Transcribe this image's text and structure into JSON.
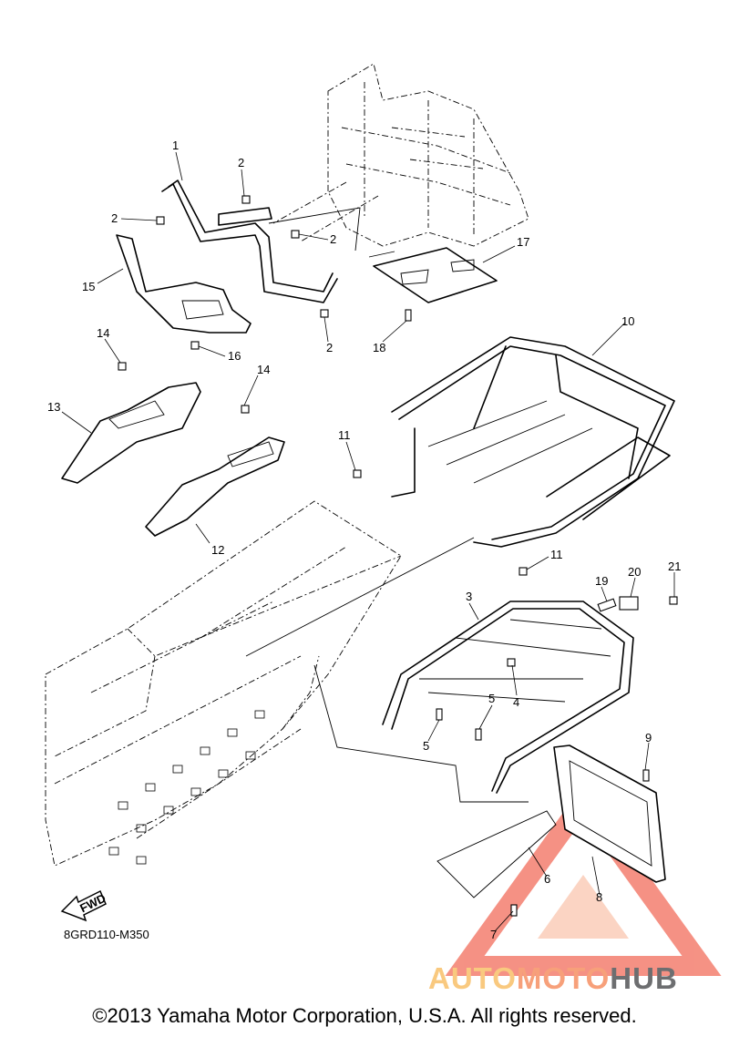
{
  "diagram": {
    "code": "8GRD110-M350",
    "fwd_label": "FWD",
    "copyright": "©2013 Yamaha Motor Corporation, U.S.A. All rights reserved.",
    "callouts": [
      {
        "id": "c1",
        "text": "1"
      },
      {
        "id": "c2a",
        "text": "2"
      },
      {
        "id": "c2b",
        "text": "2"
      },
      {
        "id": "c2c",
        "text": "2"
      },
      {
        "id": "c2d",
        "text": "2"
      },
      {
        "id": "c3",
        "text": "3"
      },
      {
        "id": "c4",
        "text": "4"
      },
      {
        "id": "c5a",
        "text": "5"
      },
      {
        "id": "c5b",
        "text": "5"
      },
      {
        "id": "c6",
        "text": "6"
      },
      {
        "id": "c7",
        "text": "7"
      },
      {
        "id": "c8",
        "text": "8"
      },
      {
        "id": "c9",
        "text": "9"
      },
      {
        "id": "c10",
        "text": "10"
      },
      {
        "id": "c11a",
        "text": "11"
      },
      {
        "id": "c11b",
        "text": "11"
      },
      {
        "id": "c12",
        "text": "12"
      },
      {
        "id": "c13",
        "text": "13"
      },
      {
        "id": "c14a",
        "text": "14"
      },
      {
        "id": "c14b",
        "text": "14"
      },
      {
        "id": "c15",
        "text": "15"
      },
      {
        "id": "c16",
        "text": "16"
      },
      {
        "id": "c17",
        "text": "17"
      },
      {
        "id": "c18",
        "text": "18"
      },
      {
        "id": "c19",
        "text": "19"
      },
      {
        "id": "c20",
        "text": "20"
      },
      {
        "id": "c21",
        "text": "21"
      }
    ]
  },
  "watermark": {
    "part1": "AUTO",
    "part2": "MOTO",
    "part3": "HUB",
    "colors": {
      "auto": "#f9c97f",
      "moto": "#f7a07a",
      "hub": "#6d6e70",
      "logo": "#f26d5b"
    }
  }
}
